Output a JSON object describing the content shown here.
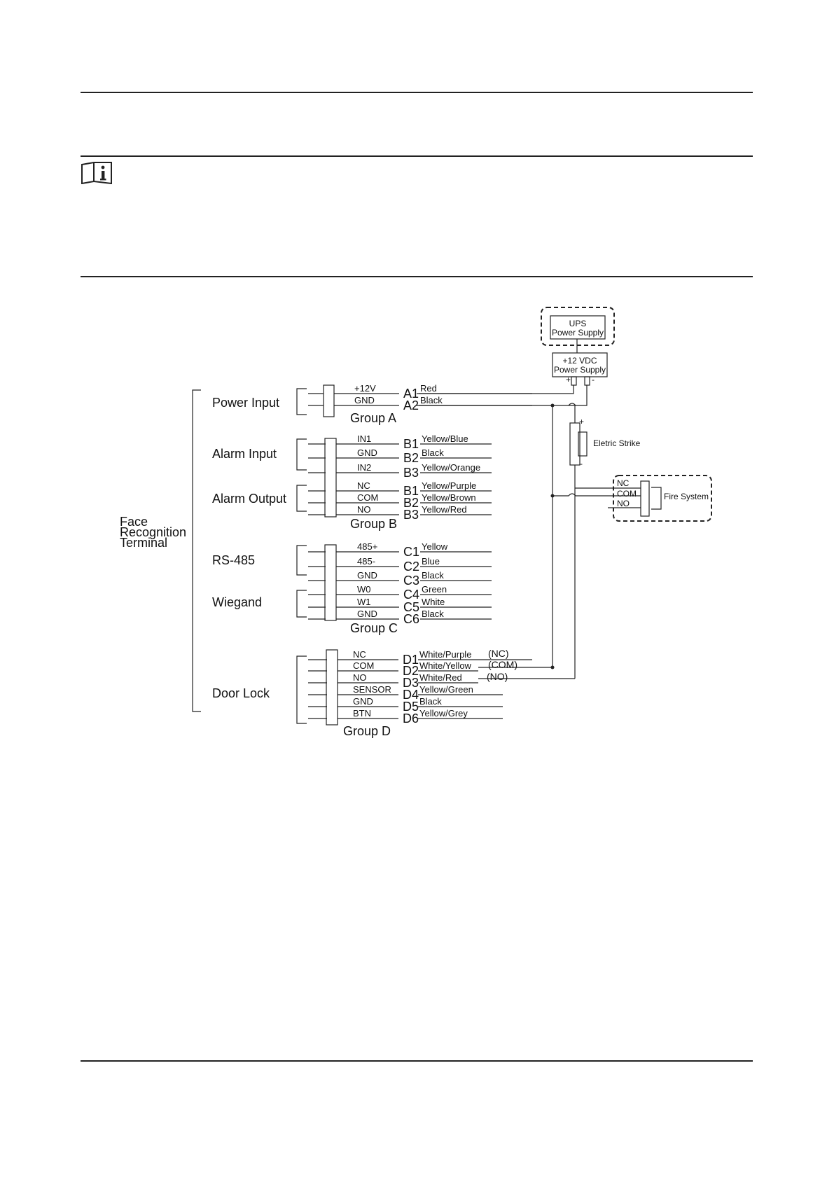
{
  "icons": {
    "note": "note-icon"
  },
  "diagram": {
    "device": [
      "Face",
      "Recognition",
      "Terminal"
    ],
    "groups": {
      "A": "Group A",
      "B": "Group B",
      "C": "Group C",
      "D": "Group D"
    },
    "interfaces": {
      "power_input": "Power Input",
      "alarm_input": "Alarm Input",
      "alarm_output": "Alarm Output",
      "rs485": "RS-485",
      "wiegand": "Wiegand",
      "door_lock": "Door Lock"
    },
    "terminals": [
      {
        "pin": "+12V",
        "id": "A1",
        "wire": "Red"
      },
      {
        "pin": "GND",
        "id": "A2",
        "wire": "Black"
      },
      {
        "pin": "IN1",
        "id": "B1",
        "wire": "Yellow/Blue"
      },
      {
        "pin": "GND",
        "id": "B2",
        "wire": "Black"
      },
      {
        "pin": "IN2",
        "id": "B3",
        "wire": "Yellow/Orange"
      },
      {
        "pin": "NC",
        "id": "B1",
        "wire": "Yellow/Purple"
      },
      {
        "pin": "COM",
        "id": "B2",
        "wire": "Yellow/Brown"
      },
      {
        "pin": "NO",
        "id": "B3",
        "wire": "Yellow/Red"
      },
      {
        "pin": "485+",
        "id": "C1",
        "wire": "Yellow"
      },
      {
        "pin": "485-",
        "id": "C2",
        "wire": "Blue"
      },
      {
        "pin": "GND",
        "id": "C3",
        "wire": "Black"
      },
      {
        "pin": "W0",
        "id": "C4",
        "wire": "Green"
      },
      {
        "pin": "W1",
        "id": "C5",
        "wire": "White"
      },
      {
        "pin": "GND",
        "id": "C6",
        "wire": "Black"
      },
      {
        "pin": "NC",
        "id": "D1",
        "wire": "White/Purple",
        "conn": "(NC)"
      },
      {
        "pin": "COM",
        "id": "D2",
        "wire": "White/Yellow",
        "conn": "(COM)"
      },
      {
        "pin": "NO",
        "id": "D3",
        "wire": "White/Red",
        "conn": "(NO)"
      },
      {
        "pin": "SENSOR",
        "id": "D4",
        "wire": "Yellow/Green"
      },
      {
        "pin": "GND",
        "id": "D5",
        "wire": "Black"
      },
      {
        "pin": "BTN",
        "id": "D6",
        "wire": "Yellow/Grey"
      }
    ],
    "ups": [
      "UPS",
      "Power Supply"
    ],
    "psu": [
      "+12 VDC",
      "Power Supply"
    ],
    "psu_plus": "+",
    "psu_minus": "-",
    "strike": "Eletric Strike",
    "strike_plus": "+",
    "strike_minus": "-",
    "fire": {
      "label": "Fire System",
      "pins": [
        "NC",
        "COM",
        "NO"
      ]
    }
  }
}
